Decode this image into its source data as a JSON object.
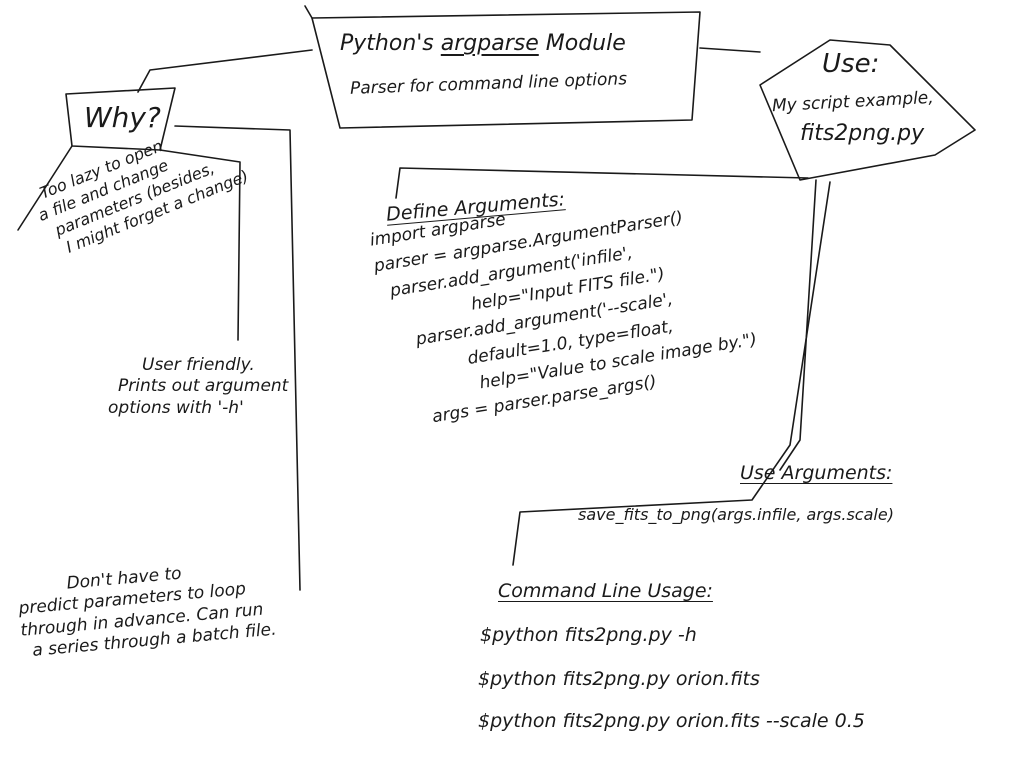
{
  "title_box": {
    "line1_prefix": "Python's",
    "line1_keyword": "argparse",
    "line1_suffix": "Module",
    "line2": "Parser for command line options"
  },
  "why": {
    "label": "Why?",
    "reasons": [
      [
        "Too lazy to open",
        "a file and change",
        "parameters (besides,",
        "I might forget a change)"
      ],
      [
        "User friendly.",
        "Prints out argument",
        "options with '-h'"
      ],
      [
        "Don't have to",
        "predict parameters to loop",
        "through in advance. Can run",
        "a series through a batch file."
      ]
    ]
  },
  "use": {
    "label": "Use:",
    "line1": "My script example,",
    "line2": "fits2png.py"
  },
  "define": {
    "heading": "Define Arguments:",
    "code": [
      "import argparse",
      "parser = argparse.ArgumentParser()",
      "parser.add_argument('infile',",
      "help=\"Input FITS file.\")",
      "parser.add_argument('--scale',",
      "default=1.0, type=float,",
      "help=\"Value to scale image by.\")",
      "args = parser.parse_args()"
    ]
  },
  "use_args": {
    "heading": "Use Arguments:",
    "code": "save_fits_to_png(args.infile, args.scale)"
  },
  "cli": {
    "heading": "Command Line Usage:",
    "commands": [
      "$python fits2png.py -h",
      "$python fits2png.py orion.fits",
      "$python fits2png.py orion.fits --scale 0.5"
    ]
  }
}
